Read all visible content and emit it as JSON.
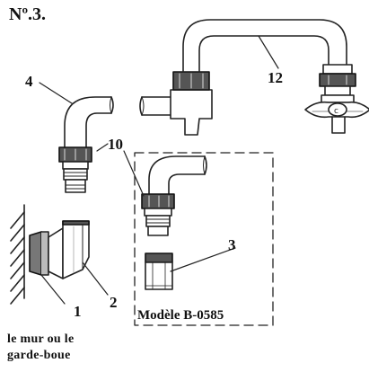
{
  "figure": {
    "title": "Nº.3.",
    "model_label": "Modèle B-0585",
    "wall_label_line1": "le mur ou le",
    "wall_label_line2": "garde-boue",
    "callouts": [
      "1",
      "2",
      "3",
      "4",
      "10",
      "12"
    ]
  }
}
